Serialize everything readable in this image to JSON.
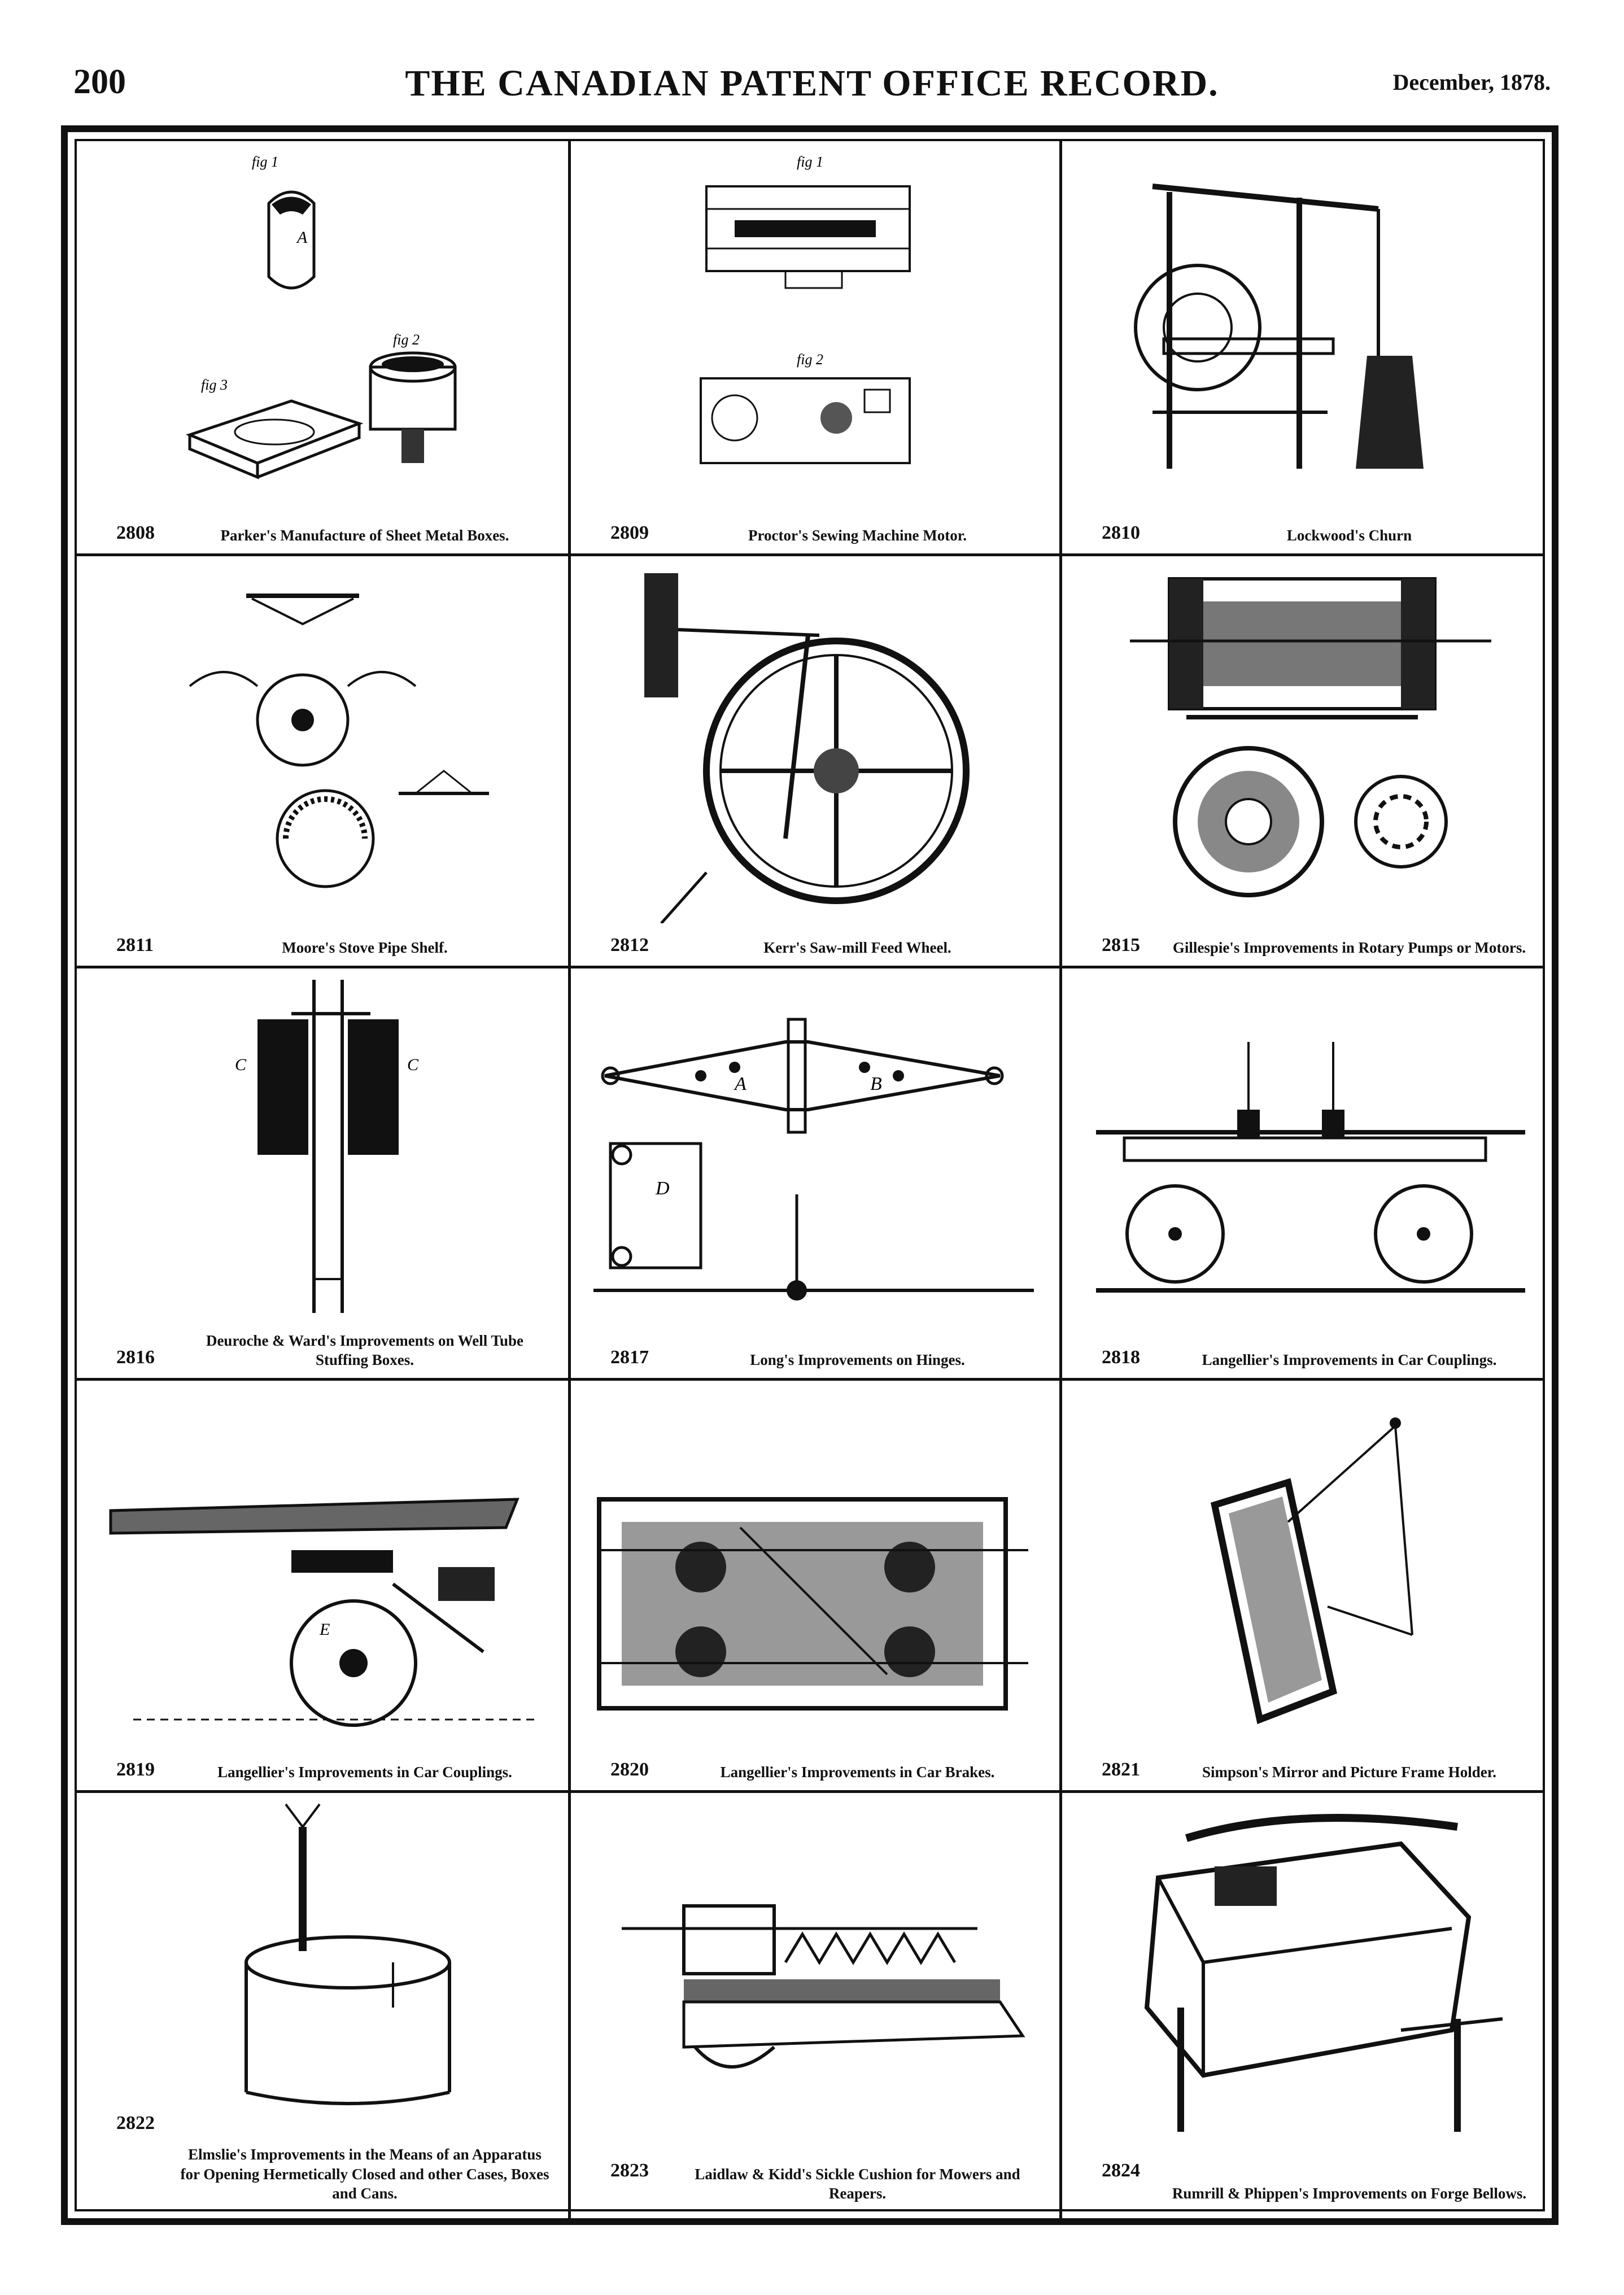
{
  "header": {
    "page_number": "200",
    "title": "THE CANADIAN PATENT OFFICE RECORD.",
    "date": "December, 1878."
  },
  "patents": [
    {
      "number": "2808",
      "caption": "Parker's Manufacture of Sheet Metal Boxes."
    },
    {
      "number": "2809",
      "caption": "Proctor's Sewing Machine Motor."
    },
    {
      "number": "2810",
      "caption": "Lockwood's Churn"
    },
    {
      "number": "2811",
      "caption": "Moore's Stove Pipe Shelf."
    },
    {
      "number": "2812",
      "caption": "Kerr's Saw-mill Feed Wheel."
    },
    {
      "number": "2815",
      "caption": "Gillespie's Improvements in Rotary Pumps or Motors."
    },
    {
      "number": "2816",
      "caption": "Deuroche & Ward's Improvements on Well Tube Stuffing Boxes."
    },
    {
      "number": "2817",
      "caption": "Long's Improvements on Hinges."
    },
    {
      "number": "2818",
      "caption": "Langellier's Improvements in Car Couplings."
    },
    {
      "number": "2819",
      "caption": "Langellier's Improvements in Car Couplings."
    },
    {
      "number": "2820",
      "caption": "Langellier's Improvements in Car Brakes."
    },
    {
      "number": "2821",
      "caption": "Simpson's Mirror and Picture Frame Holder."
    },
    {
      "number": "2822",
      "caption": "Elmslie's Improvements in the Means of an Apparatus for Opening Hermetically Closed and other Cases, Boxes and Cans."
    },
    {
      "number": "2823",
      "caption": "Laidlaw & Kidd's Sickle Cushion for Mowers and Reapers."
    },
    {
      "number": "2824",
      "caption": "Rumrill & Phippen's Improvements on Forge Bellows."
    }
  ],
  "figure_labels": {
    "fig1": "fig 1",
    "fig2": "fig 2",
    "fig3": "fig 3",
    "A": "A",
    "B": "B",
    "C": "C",
    "D": "D",
    "E": "E"
  }
}
